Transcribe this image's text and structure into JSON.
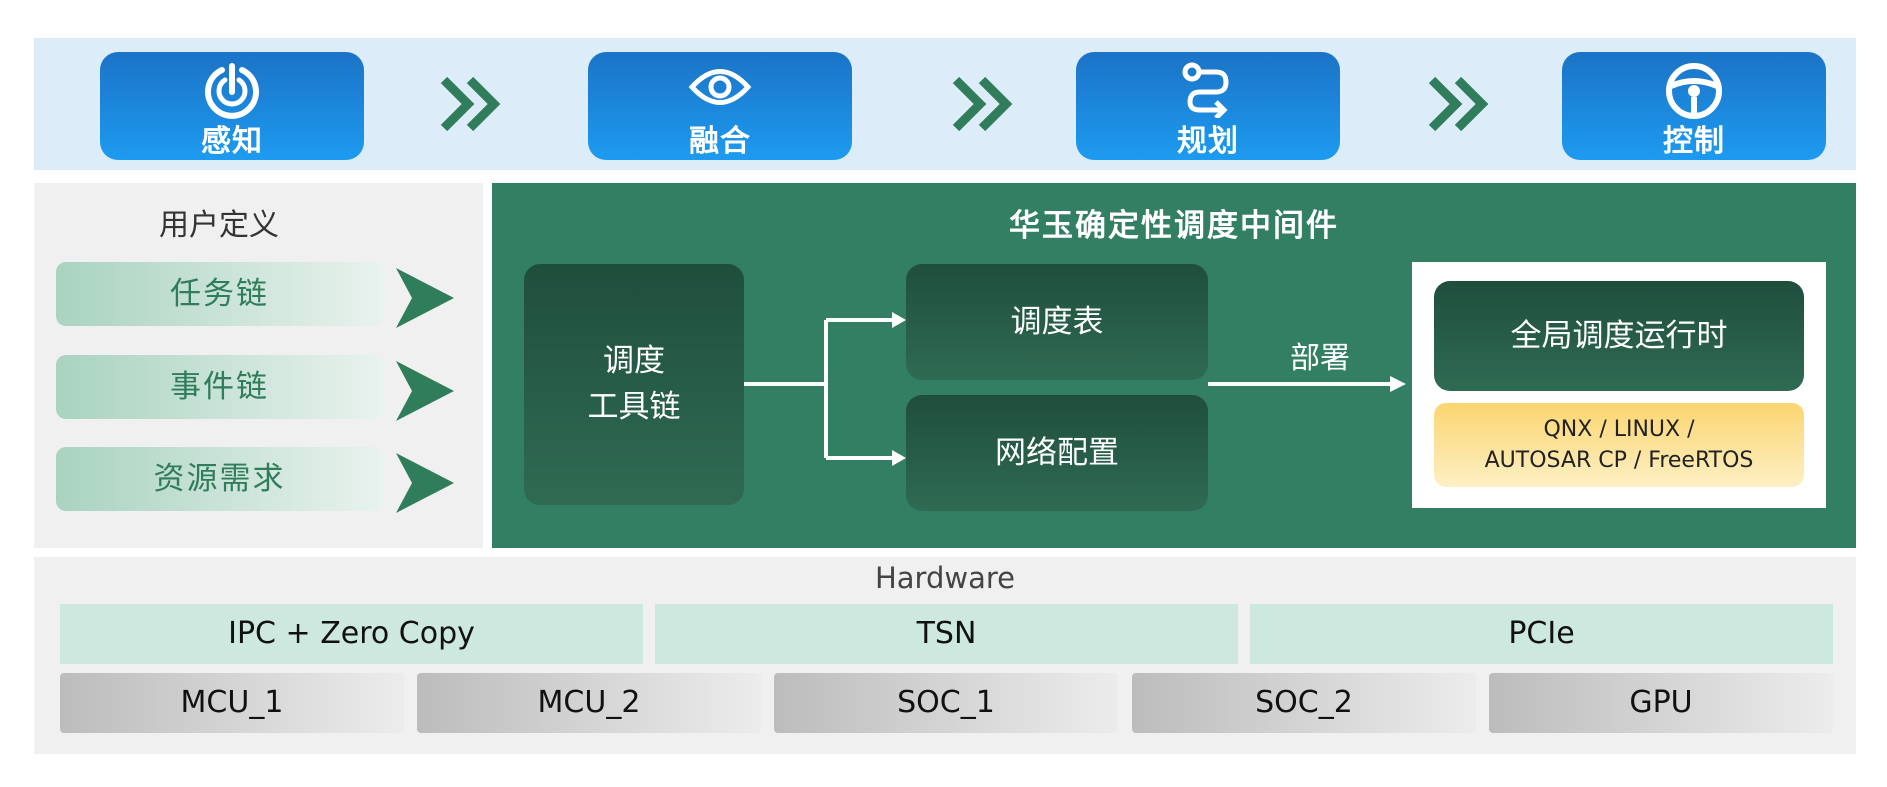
{
  "pipeline": {
    "stages": [
      {
        "label": "感知",
        "icon": "perception-icon"
      },
      {
        "label": "融合",
        "icon": "eye-icon"
      },
      {
        "label": "规划",
        "icon": "route-icon"
      },
      {
        "label": "控制",
        "icon": "steering-wheel-icon"
      }
    ]
  },
  "user_defined": {
    "title": "用户定义",
    "items": [
      "任务链",
      "事件链",
      "资源需求"
    ]
  },
  "middleware": {
    "title": "华玉确定性调度中间件",
    "toolchain_line1": "调度",
    "toolchain_line2": "工具链",
    "schedule_table": "调度表",
    "network_config": "网络配置",
    "deploy": "部署",
    "runtime": "全局调度运行时",
    "os_line1": "QNX / LINUX /",
    "os_line2": "AUTOSAR CP / FreeRTOS"
  },
  "hardware": {
    "title": "Hardware",
    "buses": [
      "IPC + Zero Copy",
      "TSN",
      "PCIe"
    ],
    "chips": [
      "MCU_1",
      "MCU_2",
      "SOC_1",
      "SOC_2",
      "GPU"
    ]
  },
  "colors": {
    "stage_blue": "#1b73c6",
    "middleware_green": "#337f63",
    "chevron_green": "#2f7d5a",
    "os_yellow": "#fbd570"
  }
}
